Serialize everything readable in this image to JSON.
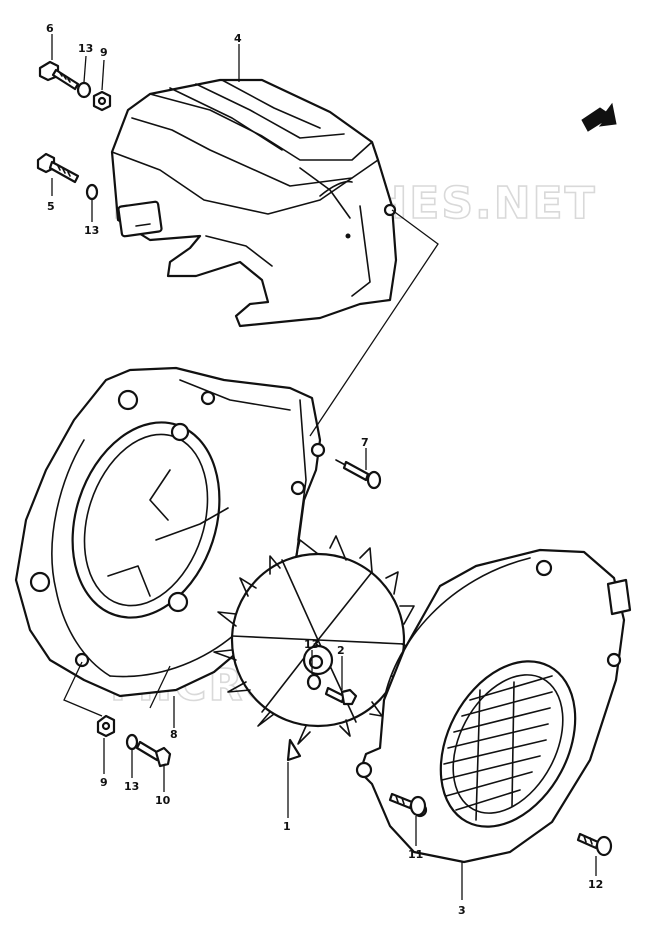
{
  "watermark": "MICROFICHES.NET",
  "callouts": {
    "c1": "1",
    "c2": "2",
    "c3": "3",
    "c4": "4",
    "c5": "5",
    "c6": "6",
    "c7": "7",
    "c8": "8",
    "c9a": "9",
    "c9b": "9",
    "c10": "10",
    "c11": "11",
    "c12": "12",
    "c13a": "13",
    "c13b": "13",
    "c13c": "13",
    "c13d": "13"
  }
}
